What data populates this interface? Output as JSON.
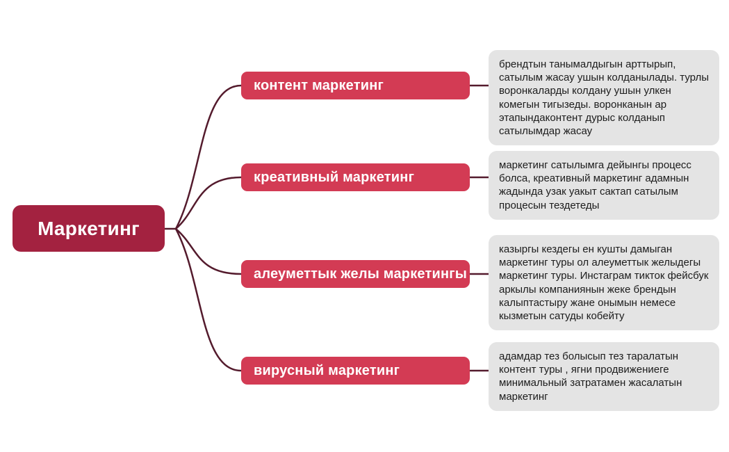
{
  "diagram_type": "mindmap",
  "colors": {
    "root_node_bg": "#a32240",
    "branch_node_bg": "#d33b54",
    "connector_line": "#541b2d",
    "note_bg": "#e4e4e4",
    "note_text": "#1c1c1c",
    "node_text": "#ffffff",
    "background": "#ffffff"
  },
  "root": {
    "label": "Маркетинг"
  },
  "branches": [
    {
      "label": "контент маркетинг",
      "description": "брендтын танымалдыгын арттырып, сатылым жасау ушын колданылады. турлы воронкаларды колдану ушын улкен комегын тигызеды. воронканын ар этапындаконтент дурыс колданып сатылымдар жасау"
    },
    {
      "label": "креативный маркетинг",
      "description": "маркетинг сатылымга дейынгы процесс болса, креативный маркетинг адамнын жадында узак уакыт сактап сатылым процесын тездетеды"
    },
    {
      "label": "алеуметтык желы маркетингы",
      "description": "казыргы кездегы ен кушты дамыган маркетинг туры ол алеуметтык желыдегы маркетинг туры. Инстаграм тикток фейсбук аркылы компаниянын жеке брендын калыптастыру жане онымын немесе кызметын сатуды кобейту"
    },
    {
      "label": "вирусный маркетинг",
      "description": "адамдар тез болысып тез таралатын контент туры , ягни продвижениеге минимальный затратамен жасалатын маркетинг"
    }
  ]
}
